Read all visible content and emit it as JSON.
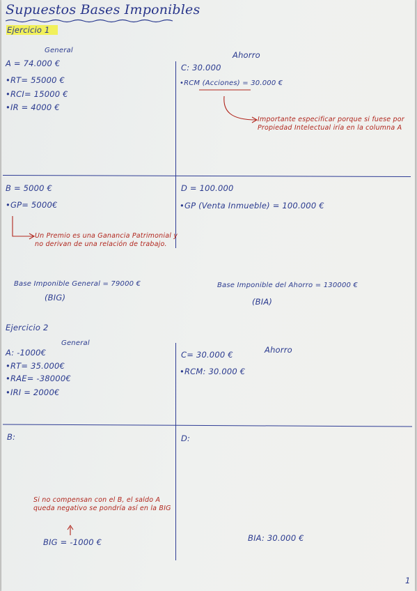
{
  "title": "Supuestos Bases Imponibles",
  "page_number": "1",
  "colors": {
    "ink_blue": "#2a3a8f",
    "ink_red": "#b1261d",
    "highlight": "#f2f04a",
    "paper": "#eff1ef"
  },
  "ex1": {
    "heading": "Ejercicio 1",
    "a": {
      "heading": "General",
      "total": "A = 74.000 €",
      "items": [
        "•RT= 55000 €",
        "•RCI= 15000 €",
        "•IR = 4000 €"
      ]
    },
    "c": {
      "heading": "Ahorro",
      "total": "C: 30.000",
      "items": [
        "•RCM (Acciones) = 30.000 €"
      ]
    },
    "c_note": "Importante especificar porque si fuese por Propiedad Intelectual iría en la columna A",
    "b": {
      "total": "B = 5000 €",
      "items": [
        "•GP= 5000€"
      ]
    },
    "b_note": "Un Premio es una Ganancia Patrimonial y no derivan de una relación de trabajo.",
    "d": {
      "total": "D = 100.000",
      "items": [
        "•GP (Venta Inmueble) = 100.000 €"
      ]
    },
    "big": {
      "label": "Base Imponible General = 79000 €",
      "abbr": "(BIG)"
    },
    "bia": {
      "label": "Base Imponible del Ahorro = 130000 €",
      "abbr": "(BIA)"
    }
  },
  "ex2": {
    "heading": "Ejercicio 2",
    "a": {
      "heading": "General",
      "total": "A: -1000€",
      "items": [
        "•RT= 35.000€",
        "•RAE= -38000€",
        "•IRI = 2000€"
      ]
    },
    "c": {
      "heading": "Ahorro",
      "total": "C= 30.000 €",
      "items": [
        "•RCM: 30.000 €"
      ]
    },
    "b": {
      "total": "B:"
    },
    "d": {
      "total": "D:"
    },
    "note": "Si no compensan con el B, el saldo A queda negativo se pondría así en la BIG",
    "big": "BIG = -1000 €",
    "bia": "BIA: 30.000 €"
  }
}
